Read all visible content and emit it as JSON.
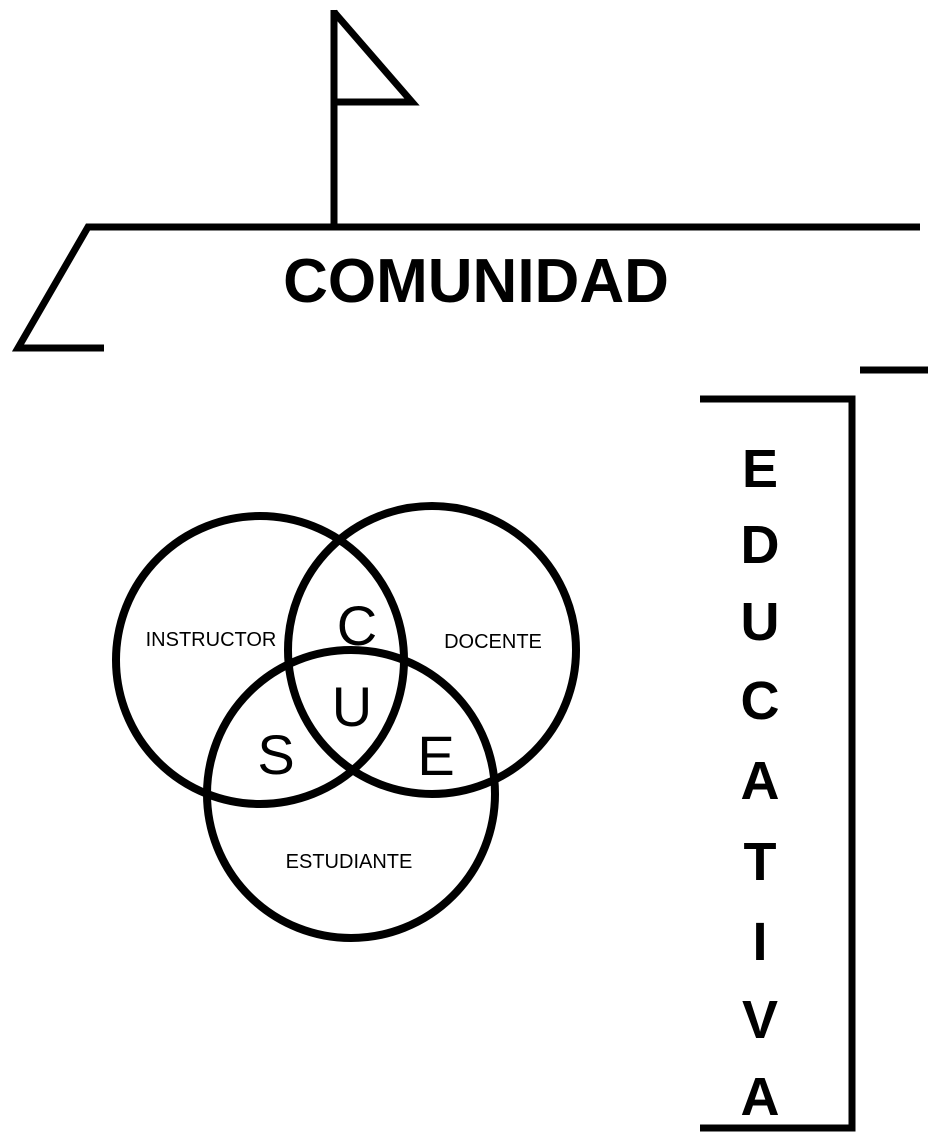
{
  "title": "COMUNIDAD",
  "vertical_word": [
    "E",
    "D",
    "U",
    "C",
    "A",
    "T",
    "I",
    "V",
    "A"
  ],
  "venn": {
    "sets": {
      "instructor": "INSTRUCTOR",
      "docente": "DOCENTE",
      "estudiante": "ESTUDIANTE"
    },
    "regions": {
      "instructor_docente": "C",
      "all_three": "U",
      "instructor_estudiante": "S",
      "docente_estudiante": "E"
    }
  }
}
